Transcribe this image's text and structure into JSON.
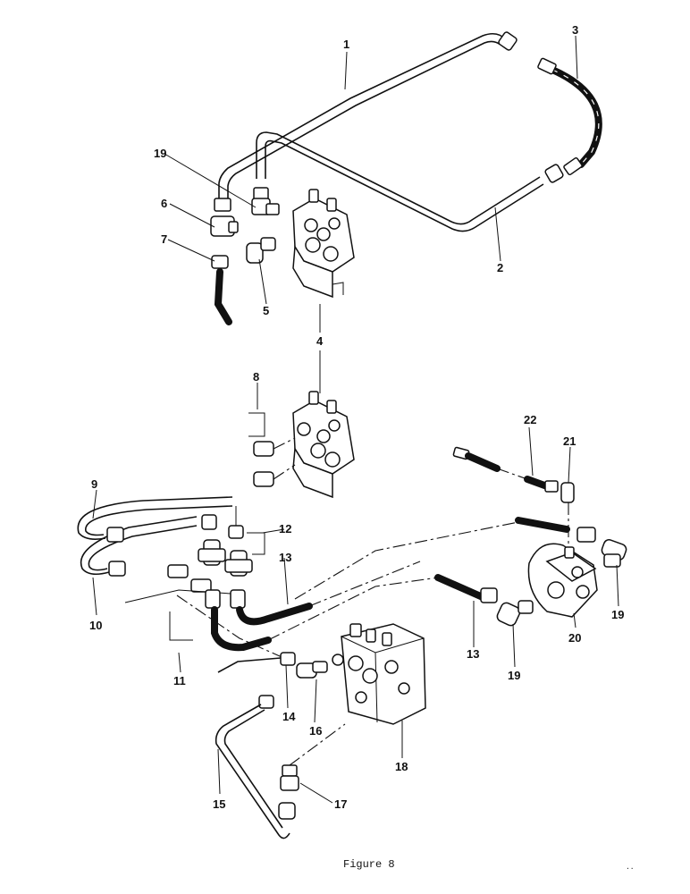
{
  "figure": {
    "caption": "Figure 8",
    "corner_mark": "..",
    "callouts": [
      "1",
      "2",
      "3",
      "4",
      "5",
      "6",
      "7",
      "8",
      "9",
      "10",
      "11",
      "12",
      "13",
      "13",
      "14",
      "15",
      "16",
      "17",
      "18",
      "19",
      "19",
      "19",
      "20",
      "21",
      "22"
    ]
  }
}
